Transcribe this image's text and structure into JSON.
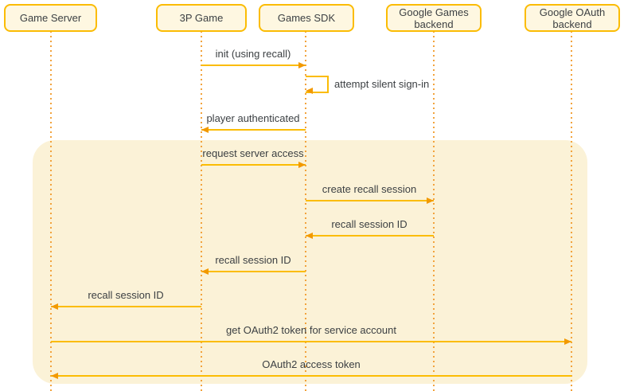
{
  "diagram": {
    "type": "sequence-diagram",
    "participants": [
      {
        "label": "Game Server"
      },
      {
        "label": "3P Game"
      },
      {
        "label": "Games SDK"
      },
      {
        "label": "Google Games backend"
      },
      {
        "label": "Google OAuth backend"
      }
    ],
    "messages": [
      {
        "label": "init (using recall)",
        "from": "3P Game",
        "to": "Games SDK"
      },
      {
        "label": "attempt silent sign-in",
        "from": "Games SDK",
        "to": "Games SDK"
      },
      {
        "label": "player authenticated",
        "from": "Games SDK",
        "to": "3P Game"
      },
      {
        "label": "request server access",
        "from": "3P Game",
        "to": "Games SDK"
      },
      {
        "label": "create recall session",
        "from": "Games SDK",
        "to": "Google Games backend"
      },
      {
        "label": "recall session ID",
        "from": "Google Games backend",
        "to": "Games SDK"
      },
      {
        "label": "recall session ID",
        "from": "Games SDK",
        "to": "3P Game"
      },
      {
        "label": "recall session ID",
        "from": "3P Game",
        "to": "Game Server"
      },
      {
        "label": "get OAuth2 token for service account",
        "from": "Game Server",
        "to": "Google OAuth backend"
      },
      {
        "label": "OAuth2 access token",
        "from": "Google OAuth backend",
        "to": "Game Server"
      }
    ],
    "colors": {
      "accent": "#FBBC04",
      "arrowhead": "#F29900",
      "lifeline": "#F2A33C",
      "box_fill": "#FEF7E1",
      "box_border": "#FBBC04",
      "highlight_fill": "#FBF2D7",
      "text": "#3C4043",
      "background": "#FFFFFF"
    }
  }
}
